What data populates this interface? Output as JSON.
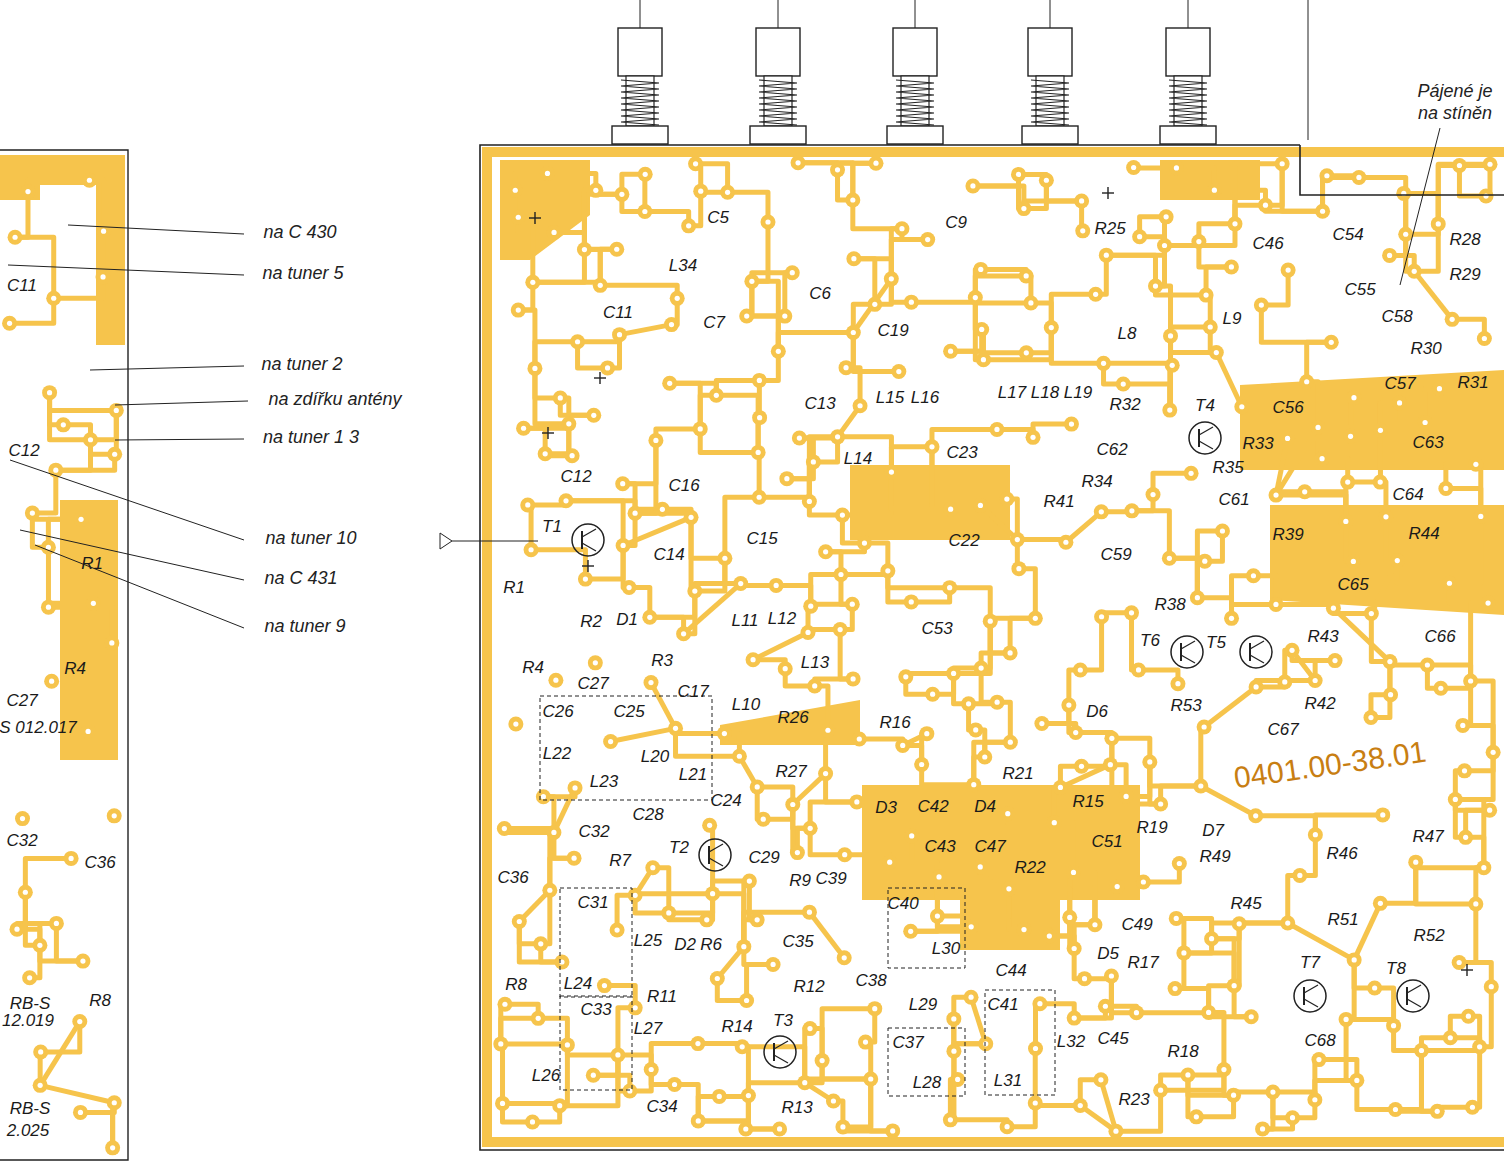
{
  "diagram": {
    "labels": [
      "na C 430",
      "na tuner 5",
      "na tuner 2",
      "na zdířku antény",
      "na tuner 1 3",
      "na tuner 10",
      "na C 431",
      "na tuner 9",
      "Pájené je",
      "na stíněn",
      "0401.00-38.01",
      "C11",
      "C12",
      "R1",
      "R4",
      "C27",
      "S 012.017",
      "C32",
      "C36",
      "R8",
      "RB-S",
      "12.019",
      "RB-S",
      "2.025",
      "C5",
      "L34",
      "C11",
      "C7",
      "C6",
      "C19",
      "C9",
      "R25",
      "C46",
      "C54",
      "R28",
      "R29",
      "C55",
      "C58",
      "R30",
      "C57",
      "R31",
      "L8",
      "L9",
      "C13",
      "L15",
      "L16",
      "L17",
      "L18",
      "L19",
      "L14",
      "C23",
      "R32",
      "T4",
      "C56",
      "C62",
      "R33",
      "R35",
      "C63",
      "R34",
      "R41",
      "C61",
      "C64",
      "C12",
      "C16",
      "T1",
      "C15",
      "C14",
      "C22",
      "C59",
      "R39",
      "R44",
      "R1",
      "R2",
      "D1",
      "L11",
      "L12",
      "C65",
      "R3",
      "L13",
      "C53",
      "R38",
      "T6",
      "T5",
      "R43",
      "C66",
      "R4",
      "C27",
      "C17",
      "L10",
      "R53",
      "R42",
      "C26",
      "C25",
      "R26",
      "R16",
      "D6",
      "C67",
      "L22",
      "L20",
      "L23",
      "L21",
      "R27",
      "R21",
      "C24",
      "D3",
      "C42",
      "D4",
      "R15",
      "C43",
      "C47",
      "C28",
      "C32",
      "R19",
      "D7",
      "R47",
      "C51",
      "T2",
      "C29",
      "R49",
      "R46",
      "R22",
      "R7",
      "C36",
      "R9",
      "C39",
      "C40",
      "C31",
      "R45",
      "R51",
      "C35",
      "L25",
      "D2",
      "R6",
      "L30",
      "C49",
      "D5",
      "R17",
      "R52",
      "L24",
      "R8",
      "R11",
      "R12",
      "C38",
      "C44",
      "T7",
      "T8",
      "C33",
      "L29",
      "C41",
      "L27",
      "R14",
      "T3",
      "C37",
      "L32",
      "C45",
      "R18",
      "C68",
      "L26",
      "L28",
      "L31",
      "R23",
      "C34",
      "R13"
    ]
  }
}
